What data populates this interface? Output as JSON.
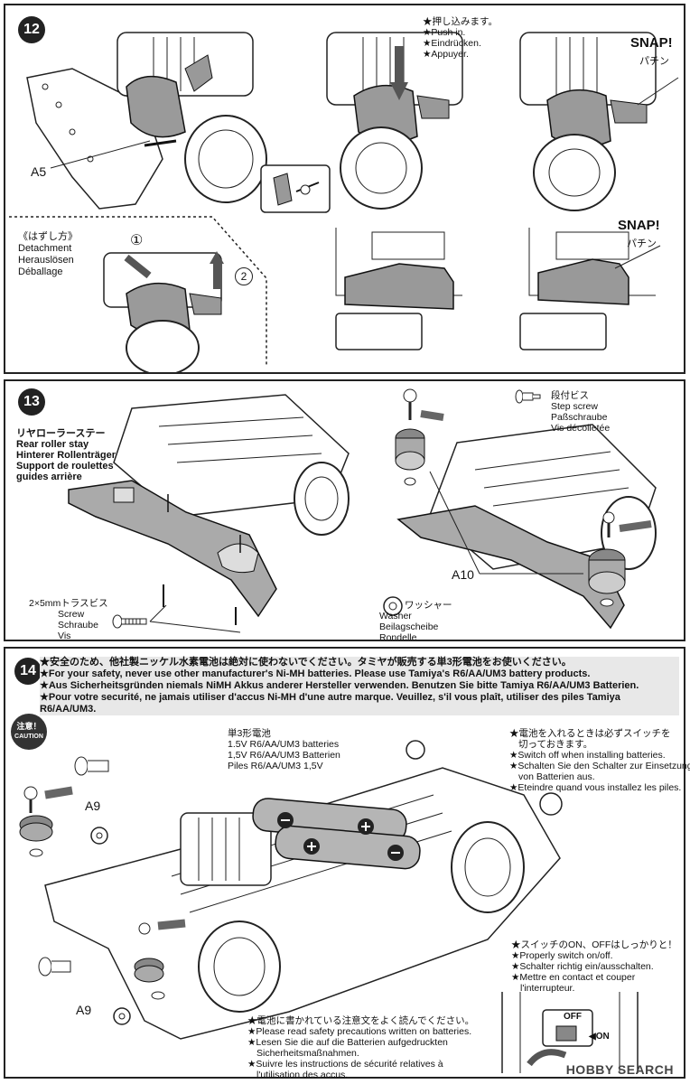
{
  "step12": {
    "number": "12",
    "part_a5": "A5",
    "push_in": [
      "★押し込みます。",
      "★Push in.",
      "★Eindrücken.",
      "★Appuyer."
    ],
    "snap1": "SNAP!",
    "snap1_jp": "パチン",
    "detachment": [
      "《はずし方》",
      "Detachment",
      "Herauslösen",
      "Déballage"
    ],
    "circle1": "①",
    "circle2": "2",
    "snap2": "SNAP!",
    "snap2_jp": "パチン"
  },
  "step13": {
    "number": "13",
    "rear_roller_stay": [
      "リヤローラーステー",
      "Rear roller stay",
      "Hinterer Rollenträger",
      "Support de roulettes",
      "guides arrière"
    ],
    "screw": [
      "2×5mmトラスビス",
      "Screw",
      "Schraube",
      "Vis"
    ],
    "step_screw": [
      "段付ビス",
      "Step screw",
      "Paßschraube",
      "Vis décolletée"
    ],
    "part_a10": "A10",
    "washer": [
      "ワッシャー",
      "Washer",
      "Beilagscheibe",
      "Rondelle"
    ]
  },
  "step14": {
    "number": "14",
    "warning": [
      "★安全のため、他社製ニッケル水素電池は絶対に使わないでください。タミヤが販売する単3形電池をお使いください。",
      "★For your safety, never use other manufacturer's Ni-MH batteries. Please use Tamiya's R6/AA/UM3 battery products.",
      "★Aus Sicherheitsgründen niemals NiMH Akkus anderer Hersteller verwenden. Benutzen Sie bitte Tamiya R6/AA/UM3 Batterien.",
      "★Pour votre securité, ne jamais utiliser d'accus Ni-MH d'une autre marque. Veuillez, s'il vous plaît, utiliser des piles Tamiya R6/AA/UM3."
    ],
    "caution_jp": "注意！",
    "caution_en": "CAUTION",
    "battery": [
      "単3形電池",
      "1.5V R6/AA/UM3 batteries",
      "1,5V R6/AA/UM3 Batterien",
      "Piles R6/AA/UM3 1,5V"
    ],
    "switch_off": [
      "★電池を入れるときは必ずスイッチを",
      "切っておきます。",
      "★Switch off when installing batteries.",
      "★Schalten Sie den Schalter zur Einsetzung",
      "von Batterien aus.",
      "★Eteindre quand vous installez les piles."
    ],
    "part_a9_top": "A9",
    "part_a9_bottom": "A9",
    "switch_on_off": [
      "★スイッチのON、OFFはしっかりと！",
      "★Properly switch on/off.",
      "★Schalter richtig ein/ausschalten.",
      "★Mettre en contact et couper",
      "l'interrupteur."
    ],
    "safety": [
      "★電池に書かれている注意文をよく読んでください。",
      "★Please read safety precautions written on batteries.",
      "★Lesen Sie die auf die Batterien aufgedruckten",
      "Sicherheitsmaßnahmen.",
      "★Suivre les instructions de sécurité relatives à",
      "l'utilisation des accus."
    ],
    "off_label": "OFF",
    "on_label": "ON"
  },
  "watermark": "HOBBY SEARCH"
}
